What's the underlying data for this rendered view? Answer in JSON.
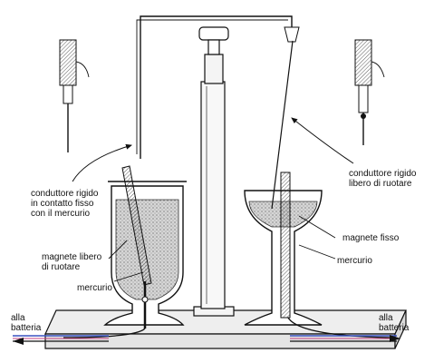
{
  "labels": {
    "rigid_fixed_line1": "conduttore rigido",
    "rigid_fixed_line2": "in contatto fisso",
    "rigid_fixed_line3": "con il mercurio",
    "free_magnet_line1": "magnete libero",
    "free_magnet_line2": "di ruotare",
    "mercury_left": "mercurio",
    "battery_left_line1": "alla",
    "battery_left_line2": "batteria",
    "rigid_rotating_line1": "conduttore rigido",
    "rigid_rotating_line2": "libero di ruotare",
    "fixed_magnet": "magnete fisso",
    "mercury_right": "mercurio",
    "battery_right_line1": "alla",
    "battery_right_line2": "batteria"
  },
  "colors": {
    "ink": "#111111",
    "mercury_fill": "#c8c8c8",
    "base_fill": "#eeeeee",
    "wire_blue": "#3a52c0",
    "wire_pink": "#c04080"
  }
}
